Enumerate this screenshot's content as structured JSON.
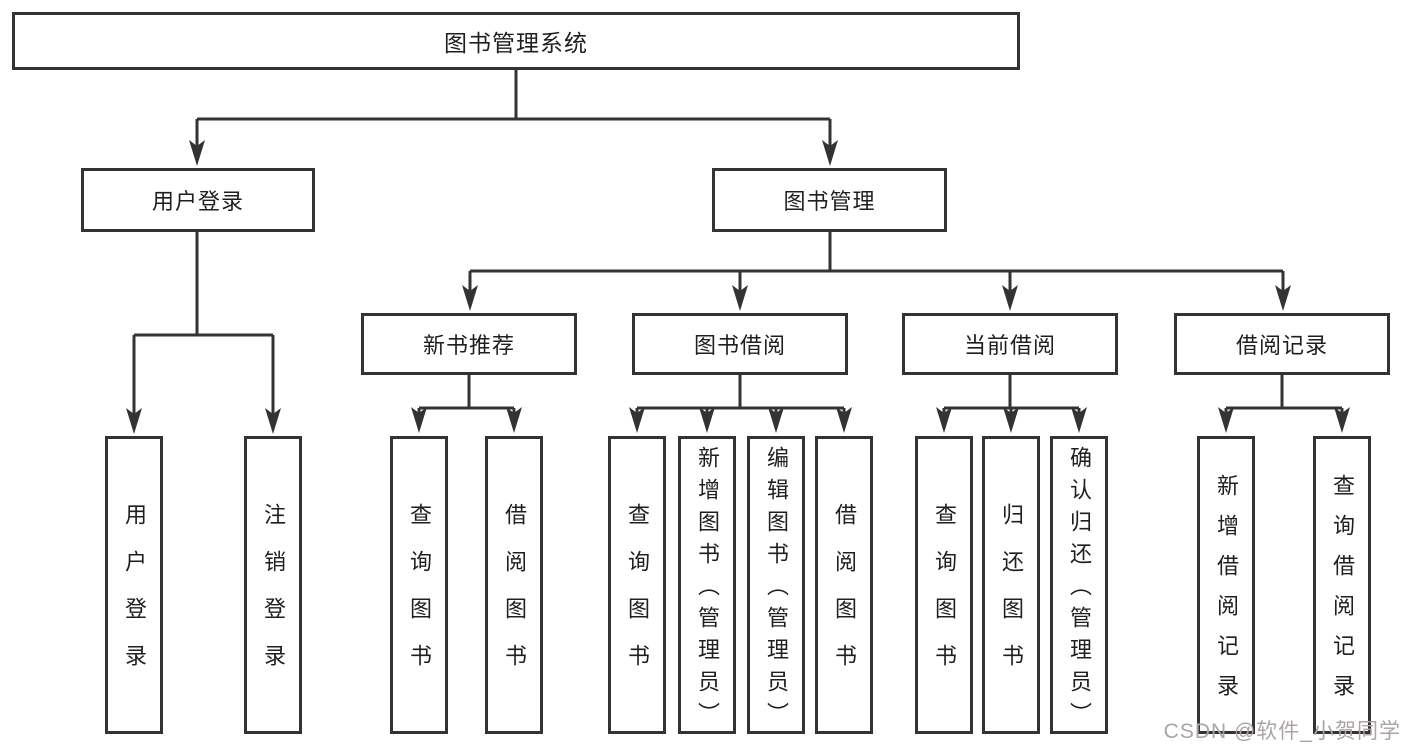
{
  "root": {
    "label": "图书管理系统"
  },
  "user_login": {
    "label": "用户登录",
    "children": [
      {
        "label": "用户登录"
      },
      {
        "label": "注销登录"
      }
    ]
  },
  "book_management": {
    "label": "图书管理",
    "sections": [
      {
        "label": "新书推荐",
        "children": [
          {
            "label": "查询图书"
          },
          {
            "label": "借阅图书"
          }
        ]
      },
      {
        "label": "图书借阅",
        "children": [
          {
            "label": "查询图书"
          },
          {
            "label": "新增图书（管理员）"
          },
          {
            "label": "编辑图书（管理员）"
          },
          {
            "label": "借阅图书"
          }
        ]
      },
      {
        "label": "当前借阅",
        "children": [
          {
            "label": "查询图书"
          },
          {
            "label": "归还图书"
          },
          {
            "label": "确认归还（管理员）"
          }
        ]
      },
      {
        "label": "借阅记录",
        "children": [
          {
            "label": "新增借阅记录"
          },
          {
            "label": "查询借阅记录"
          }
        ]
      }
    ]
  },
  "watermark": {
    "text": "CSDN @软件_小贺同学"
  },
  "colors": {
    "line": "#333333",
    "text": "#1f1f1f",
    "background": "#ffffff",
    "watermark_color": "#aba4a4"
  }
}
